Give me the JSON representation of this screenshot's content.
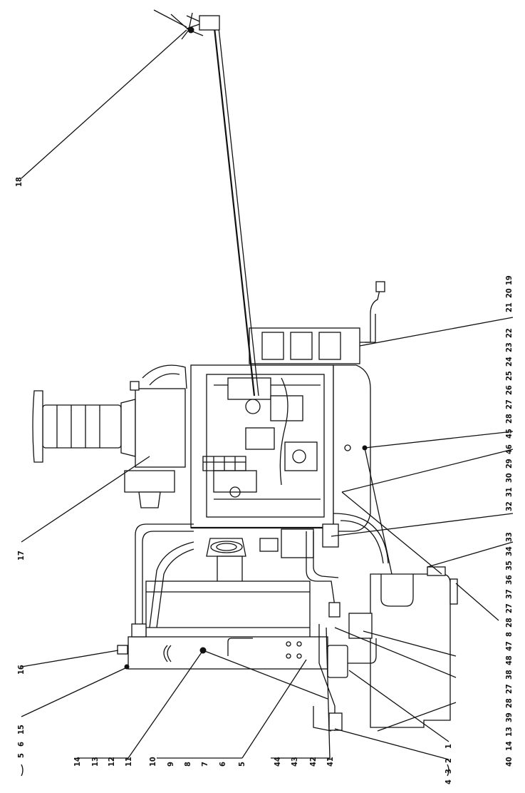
{
  "callouts": {
    "top": [
      "19",
      "20",
      "21",
      "22",
      "23",
      "24",
      "25",
      "26",
      "27",
      "28",
      "45",
      "46",
      "29",
      "30",
      "31",
      "32",
      "33",
      "34",
      "35",
      "36",
      "37",
      "27",
      "28",
      "8",
      "47",
      "48",
      "38",
      "27",
      "28",
      "39",
      "13",
      "14",
      "40",
      "1"
    ],
    "left": [
      "18",
      "17",
      "16",
      "15",
      "6",
      "5",
      "14",
      "13",
      "12",
      "11",
      "10",
      "9",
      "8",
      "7",
      "6",
      "5",
      "44",
      "43",
      "42",
      "41",
      "4",
      "3",
      "2",
      "1"
    ]
  },
  "labels": {
    "l18": "18",
    "l17": "17",
    "l16": "16",
    "l15": "15",
    "l6": "6",
    "l5a": "5",
    "l14a": "14",
    "l13a": "13",
    "l12": "12",
    "l11": "11",
    "l10": "10",
    "l9": "9",
    "l8a": "8",
    "l7": "7",
    "l6b": "6",
    "l5b": "5",
    "l44": "44",
    "l43": "43",
    "l42": "42",
    "l41": "41",
    "l4": "4",
    "l3": "3",
    "l2": "2",
    "l1a": "1",
    "r19": "19",
    "r20": "20",
    "r21": "21",
    "r22": "22",
    "r23": "23",
    "r24": "24",
    "r25": "25",
    "r26": "26",
    "r27a": "27",
    "r28a": "28",
    "r45": "45",
    "r46": "46",
    "r29": "29",
    "r30": "30",
    "r31": "31",
    "r32": "32",
    "r33": "33",
    "r34": "34",
    "r35": "35",
    "r36": "36",
    "r37": "37",
    "r27b": "27",
    "r28b": "28",
    "r8": "8",
    "r47": "47",
    "r48": "48",
    "r38": "38",
    "r27c": "27",
    "r28c": "28",
    "r39": "39",
    "r13": "13",
    "r14": "14",
    "r40": "40",
    "r1": "1"
  }
}
